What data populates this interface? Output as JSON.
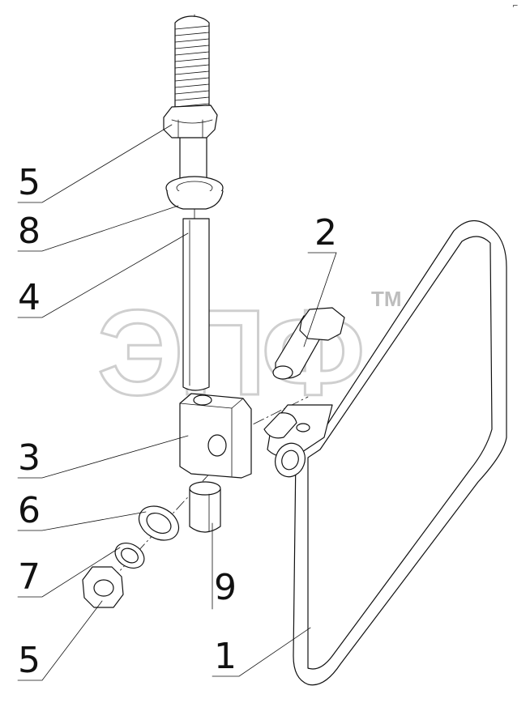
{
  "watermark": {
    "text": "ЭПФ",
    "trademark": "TM"
  },
  "callouts": [
    {
      "id": "callout-5-top",
      "label": "5"
    },
    {
      "id": "callout-8",
      "label": "8"
    },
    {
      "id": "callout-4",
      "label": "4"
    },
    {
      "id": "callout-2",
      "label": "2"
    },
    {
      "id": "callout-3",
      "label": "3"
    },
    {
      "id": "callout-6",
      "label": "6"
    },
    {
      "id": "callout-7",
      "label": "7"
    },
    {
      "id": "callout-9",
      "label": "9"
    },
    {
      "id": "callout-5-bottom",
      "label": "5"
    },
    {
      "id": "callout-1",
      "label": "1"
    }
  ],
  "parts": {
    "1": "mirror",
    "2": "bolt",
    "3": "bracket-block",
    "4": "threaded-rod",
    "5": "hex-nut",
    "6": "flat-washer",
    "7": "spring-washer",
    "8": "conical-washer",
    "9": "bushing"
  }
}
